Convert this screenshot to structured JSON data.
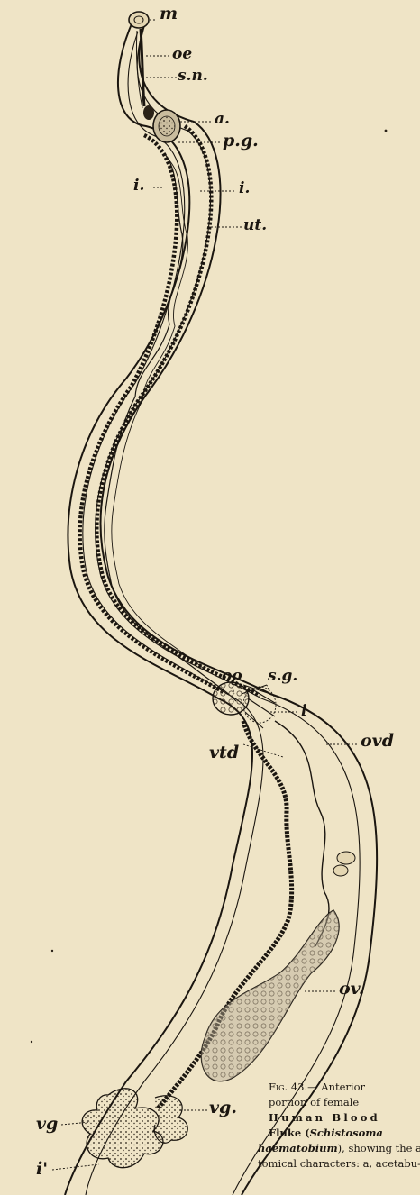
{
  "labels": {
    "m": "m",
    "oe": "oe",
    "sn": "s.n.",
    "a": "a.",
    "pg": "p.g.",
    "i_left": "i.",
    "i_right": "i.",
    "ut": "ut.",
    "oo": "oo",
    "sg": "s.g.",
    "i_mid": "i",
    "ovd": "ovd",
    "vtd": "vtd",
    "ov": "ov.",
    "vg_right": "vg.",
    "vg_left": "vg",
    "i_prime": "i'"
  },
  "caption": {
    "fig": "Fig. 43.",
    "line1_rest": "— Anterior",
    "line2": "portion of female",
    "line3": "Human Blood",
    "line4_a": "Fluke (",
    "line4_species": "Schistosoma",
    "line5_species": "haematobium",
    "line5_rest": "), showing the ana-",
    "line6": "tomical characters: a, acetabu-"
  },
  "colors": {
    "paper": "#efe4c6",
    "ink": "#1b1610",
    "ovary_fill": "#b9ad97"
  }
}
